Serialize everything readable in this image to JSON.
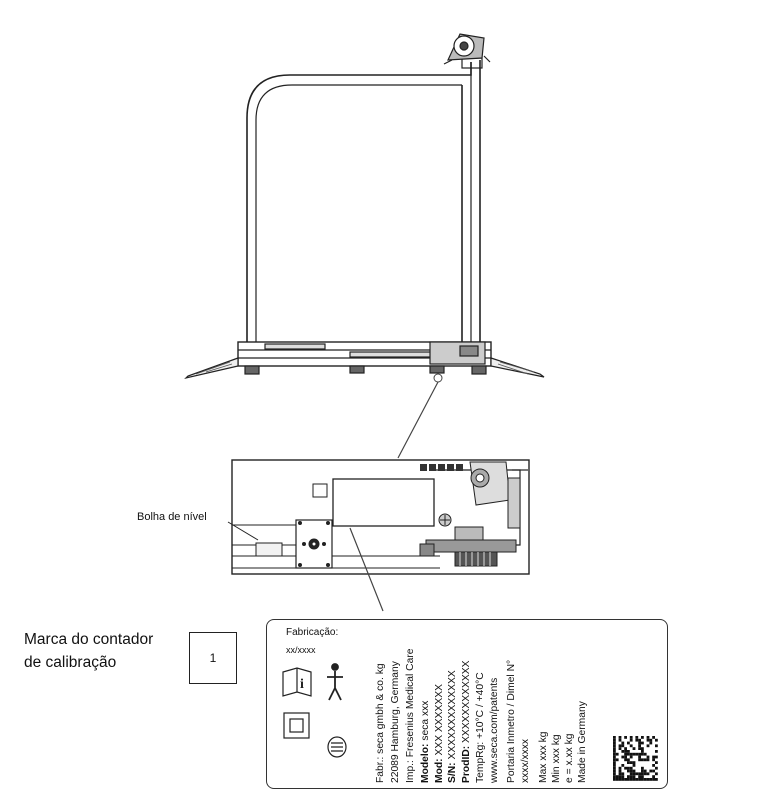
{
  "labels": {
    "bubble": "Bolha de nível",
    "counter_line1": "Marca do contador",
    "counter_line2": "de calibração",
    "counter_value": "1"
  },
  "nameplate": {
    "fabrication_title": "Fabricação:",
    "fabrication_date": "xx/xxxx",
    "icons": [
      "instructions-info-icon",
      "body-type-b-icon",
      "protection-class-ii-icon",
      "disposal-symbol-icon",
      "datamatrix-code"
    ],
    "lines": [
      {
        "prefix": "",
        "text": "Fabr.: seca gmbh & co. kg"
      },
      {
        "prefix": "",
        "text": "22089 Hamburg, Germany"
      },
      {
        "prefix": "",
        "text": "Imp.: Fresenius Medical Care"
      },
      {
        "prefix": "Modelo:",
        "text": " seca xxx"
      },
      {
        "prefix": "Mod:",
        "text": " XXX XXXXXXX"
      },
      {
        "prefix": "S/N:",
        "text": " XXXXXXXXXXXXX"
      },
      {
        "prefix": "ProdID:",
        "text": " XXXXXXXXXXXX"
      },
      {
        "prefix": "",
        "text": "TempRg: +10°C / +40°C"
      },
      {
        "prefix": "",
        "text": "www.seca.com/patents"
      },
      {
        "prefix": "",
        "text": "Portaria Inmetro / Dimel N°"
      },
      {
        "prefix": "",
        "text": "xxxx/xxxx"
      },
      {
        "prefix": "",
        "text": "Max xxx kg"
      },
      {
        "prefix": "",
        "text": "Min xxx kg"
      },
      {
        "prefix": "",
        "text": "e = x.xx kg"
      },
      {
        "prefix": "",
        "text": "Made in Germany"
      }
    ]
  },
  "colors": {
    "line": "#222222",
    "detail": "#555555",
    "fill": "#f2f2f2"
  }
}
